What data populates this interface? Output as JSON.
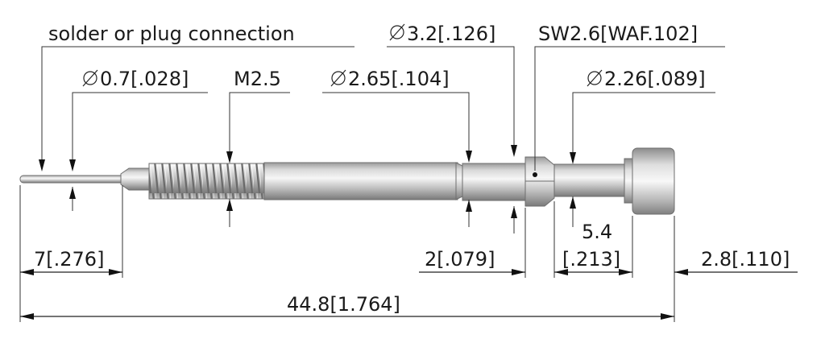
{
  "labels": {
    "solder": "solder or plug connection",
    "dia_tip": "0.7[.028]",
    "thread": "M2.5",
    "dia_shaft": "2.65[.104]",
    "dia_collar": "3.2[.126]",
    "hex": "SW2.6[WAF.102]",
    "dia_neck": "2.26[.089]",
    "len_tip": "7[.276]",
    "len_collar": "2[.079]",
    "len_neck_top": "5.4",
    "len_neck_bottom": "[.213]",
    "len_head": "2.8[.110]",
    "len_total": "44.8[1.764]"
  },
  "symbols": {
    "diameter": "diameter-symbol"
  },
  "colors": {
    "line": "#222222",
    "metal_light": "#f2f2f2",
    "metal_dark": "#8a8a8a"
  }
}
